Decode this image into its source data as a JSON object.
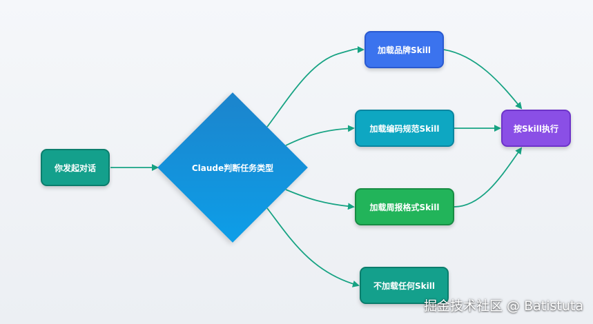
{
  "nodes": {
    "start": "你发起对话",
    "decision": "Claude判断任务类型",
    "brand": "加载品牌Skill",
    "code": "加载编码规范Skill",
    "weekly": "加载周报格式Skill",
    "none": "不加载任何Skill",
    "execute": "按Skill执行"
  },
  "colors": {
    "arrow": "#17a383",
    "start": "#14a08c",
    "decision": "#1a8fd8",
    "brand": "#3b73ee",
    "code": "#0ea7c2",
    "weekly": "#22b45a",
    "none": "#14a08c",
    "execute": "#8a4fe6"
  },
  "watermark": "掘金技术社区 @ Batistuta"
}
